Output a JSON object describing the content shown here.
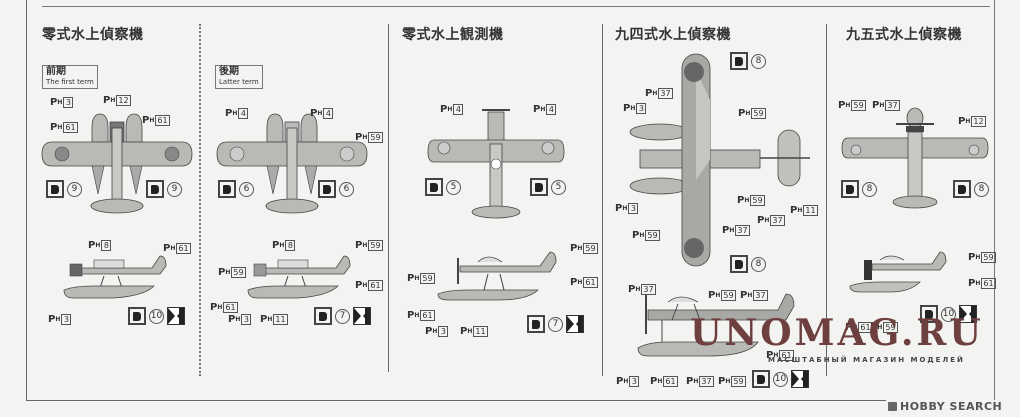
{
  "sections": [
    {
      "title": "零式水上偵察機"
    },
    {
      "title": "零式水上観測機"
    },
    {
      "title": "九四式水上偵察機"
    },
    {
      "title": "九五式水上偵察機"
    }
  ],
  "terms": {
    "first": {
      "jp": "前期",
      "en": "The first term"
    },
    "latter": {
      "jp": "後期",
      "en": "Latter term"
    }
  },
  "callouts": {
    "p1_top": [
      "3",
      "12",
      "61",
      "61"
    ],
    "p1_decal": [
      "9",
      "9"
    ],
    "p1_side": [
      "8",
      "61",
      "3"
    ],
    "p1_side_decal": "10",
    "p2_top": [
      "4",
      "4",
      "59"
    ],
    "p2_decal": [
      "6",
      "6"
    ],
    "p2_side": [
      "8",
      "59",
      "59",
      "61",
      "61",
      "3",
      "11"
    ],
    "p2_side_decal": "7",
    "p3_top": [
      "4",
      "4"
    ],
    "p3_decal": [
      "5",
      "5"
    ],
    "p3_side": [
      "59",
      "59",
      "61",
      "61",
      "3",
      "11"
    ],
    "p3_side_decal": "7",
    "p4_top": [
      "37",
      "3",
      "59",
      "3",
      "59",
      "59",
      "37",
      "37",
      "11"
    ],
    "p4_decal": [
      "8",
      "8"
    ],
    "p4_side": [
      "37",
      "59",
      "37",
      "61",
      "3",
      "61",
      "37",
      "59"
    ],
    "p4_side_decal": "10",
    "p5_top": [
      "59",
      "37",
      "12"
    ],
    "p5_decal": [
      "8",
      "8"
    ],
    "p5_side": [
      "59",
      "61",
      "61",
      "59"
    ],
    "p5_side_decal": "10"
  },
  "ph_prefix": {
    "p": "P",
    "h": "H"
  },
  "watermark": {
    "main": "UNOMAG.RU",
    "sub": "МАСШТАБНЫЙ МАГАЗИН МОДЕЛЕЙ"
  },
  "credit": "HOBBY SEARCH",
  "colors": {
    "paper": "#f3f3f1",
    "aircraft": "#b9b9b6",
    "dark": "#555555",
    "watermark": "#6e3f3f"
  }
}
